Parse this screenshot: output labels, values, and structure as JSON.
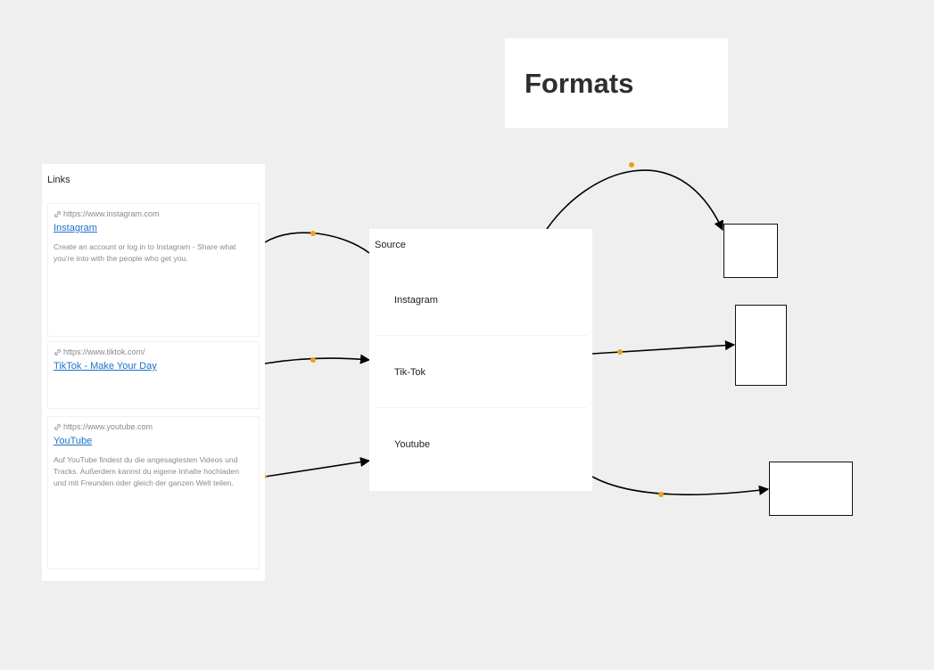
{
  "title_card": {
    "title": "Formats"
  },
  "links_frame": {
    "title": "Links",
    "items": [
      {
        "url": "https://www.instagram.com",
        "title": "Instagram",
        "description": "Create an account or log in to Instagram - Share what you're into with the people who get you."
      },
      {
        "url": "https://www.tiktok.com/",
        "title": "TikTok - Make Your Day",
        "description": ""
      },
      {
        "url": "https://www.youtube.com",
        "title": "YouTube",
        "description": "Auf YouTube findest du die angesagtesten Videos und Tracks. Außerdem kannst du eigene Inhalte hochladen und mit Freunden oder gleich der ganzen Welt teilen."
      }
    ]
  },
  "source_frame": {
    "title": "Source",
    "items": [
      "Instagram",
      "Tik-Tok",
      "Youtube"
    ]
  },
  "colors": {
    "canvas": "#efefef",
    "card": "#ffffff",
    "link": "#1a73c6",
    "muted": "#8a8a8a",
    "connector": "#000000",
    "handle": "#e8a21a"
  },
  "icons": {
    "link": "link-icon"
  }
}
